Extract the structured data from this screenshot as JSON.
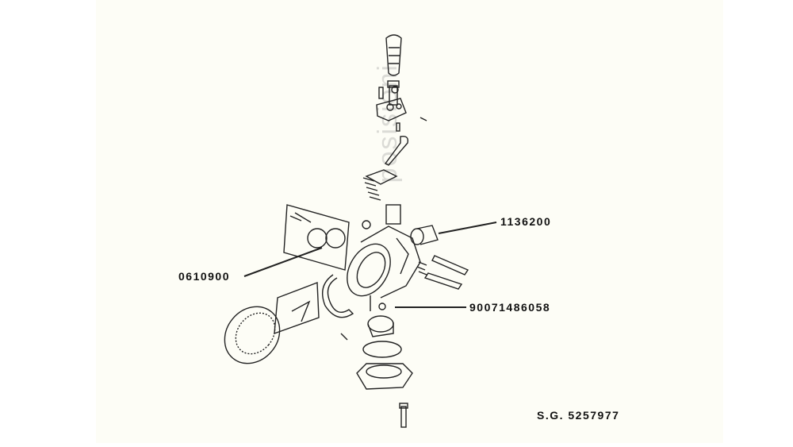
{
  "labels": {
    "part_1": "1136200",
    "part_2": "0610900",
    "part_3": "90071486058",
    "drawing_number": "S.G. 5257977"
  },
  "watermark": "posisioni"
}
